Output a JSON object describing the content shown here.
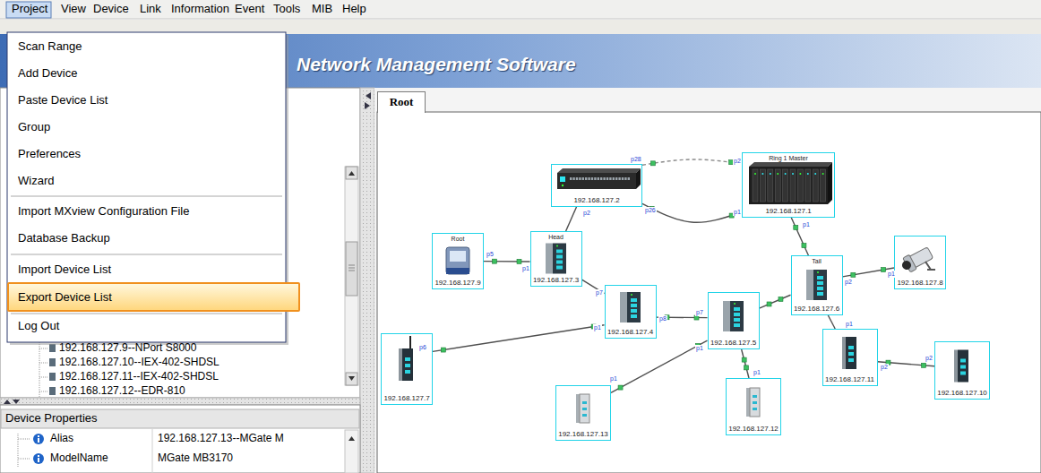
{
  "diagram": {
    "nodes": [
      {
        "text": [
          "Export Device List"
        ]
      },
      {
        "text": [
          "Root"
        ]
      },
      {
        "text": [
          "192.168.127.2"
        ]
      },
      {
        "text": [
          "Ring 1 Master",
          "192.168.127.1"
        ]
      },
      {
        "text": [
          "Root",
          "192.168.127.9"
        ]
      },
      {
        "text": [
          "Head",
          "192.168.127.3"
        ]
      },
      {
        "text": [
          "192.168.127.8"
        ]
      },
      {
        "text": [
          "Tail",
          "192.168.127.6"
        ]
      },
      {
        "text": [
          "192.168.127.4"
        ]
      },
      {
        "text": [
          "192.168.127.5"
        ]
      },
      {
        "text": [
          "192.168.127.7"
        ]
      },
      {
        "text": [
          "192.168.127.11"
        ]
      },
      {
        "text": [
          "192.168.127.10"
        ]
      },
      {
        "text": [
          "192.168.127.12"
        ]
      },
      {
        "text": [
          "192.168.127.13"
        ]
      }
    ],
    "edges": [
      {
        "from": 2,
        "to": 3,
        "arrow": "none"
      },
      {
        "from": 2,
        "to": 3,
        "arrow": "none"
      },
      {
        "from": 2,
        "to": 5,
        "arrow": "none"
      },
      {
        "from": 3,
        "to": 7,
        "arrow": "none"
      },
      {
        "from": 4,
        "to": 5,
        "arrow": "none"
      },
      {
        "from": 5,
        "to": 8,
        "arrow": "none"
      },
      {
        "from": 8,
        "to": 10,
        "arrow": "none"
      },
      {
        "from": 8,
        "to": 9,
        "arrow": "none"
      },
      {
        "from": 9,
        "to": 7,
        "arrow": "none"
      },
      {
        "from": 9,
        "to": 14,
        "arrow": "none"
      },
      {
        "from": 9,
        "to": 13,
        "arrow": "none"
      },
      {
        "from": 7,
        "to": 6,
        "arrow": "none"
      },
      {
        "from": 7,
        "to": 11,
        "arrow": "none"
      },
      {
        "from": 11,
        "to": 12,
        "arrow": "none"
      }
    ],
    "labels": [
      "Project",
      "View",
      "Device",
      "Link",
      "Information",
      "Event",
      "Tools",
      "MIB",
      "Help",
      "Scan Range",
      "Add Device",
      "Paste Device List",
      "Group",
      "Preferences",
      "Wizard",
      "Import MXview Configuration File",
      "Database Backup",
      "Import Device List",
      "Log Out",
      "Network Management Software",
      "192.168.127.9--NPort S8000",
      "192.168.127.10--IEX-402-SHDSL",
      "192.168.127.11--IEX-402-SHDSL",
      "192.168.127.12--EDR-810",
      "Device Properties",
      "Alias",
      "192.168.127.13--MGate M",
      "ModelName",
      "MGate MB3170",
      "p28",
      "p2",
      "p26",
      "p1",
      "p2",
      "p5",
      "p1",
      "p1",
      "p7",
      "p1",
      "p6",
      "p8",
      "p7",
      "p1",
      "p1",
      "p1",
      "p2",
      "p1",
      "p1",
      "p2",
      "p2"
    ]
  }
}
